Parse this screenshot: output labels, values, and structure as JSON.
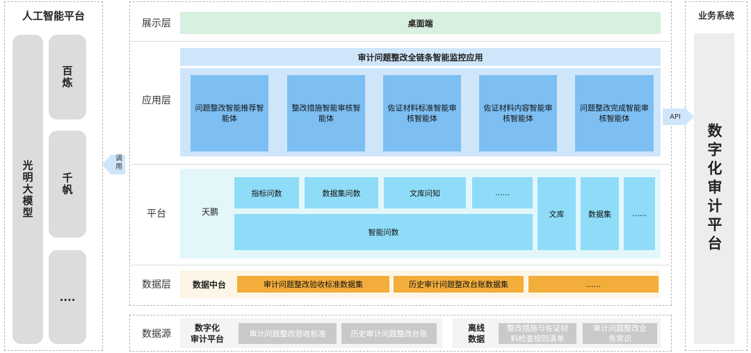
{
  "left_panel": {
    "title": "人工智能平台",
    "big_model": "光明大模型",
    "models": [
      "百炼",
      "千帆",
      "...."
    ]
  },
  "call_label": "调用",
  "layers": {
    "display": {
      "label": "展示层",
      "bar": "桌面端"
    },
    "application": {
      "label": "应用层",
      "header": "审计问题整改全链条智能监控应用",
      "cards": [
        "问题整改智能推荐智能体",
        "整改措施智能审核智能体",
        "佐证材料标准智能审核智能体",
        "佐证材料内容智能审核智能体",
        "问题整改完成智能审核智能体"
      ]
    },
    "platform": {
      "label": "平台",
      "name": "天鹏",
      "top_row": [
        "指标问数",
        "数据集问数",
        "文库问知",
        "......"
      ],
      "bottom": "智能问数",
      "right": [
        "文库",
        "数据集",
        "......"
      ]
    },
    "data": {
      "label": "数据层",
      "center": "数据中台",
      "sets": [
        "审计问题整改验收标准数据集",
        "历史审计问题整改台账数据集",
        "......"
      ]
    }
  },
  "source": {
    "label": "数据源",
    "group1_title": "数字化\n审计平台",
    "group1_items": [
      "审计问题整改验收标准",
      "历史审计问题整改台账"
    ],
    "group2_title": "离线\n数据",
    "group2_items": [
      "整改措施与佐证材料检查规则清单",
      "审计问题整改业务常识"
    ]
  },
  "right_panel": {
    "title": "业务系统",
    "api_label": "API",
    "system_name": "数字化审计平台"
  },
  "colors": {
    "app_bg": "#cfe6fa",
    "app_card": "#7dbff3",
    "platform_bg": "#e3f7fb",
    "platform_box": "#8fdcf8",
    "data_bg": "#fdf6e7",
    "data_box": "#f2ad3b",
    "display_bar": "#d8f0df",
    "gray": "#dcdcdc"
  }
}
